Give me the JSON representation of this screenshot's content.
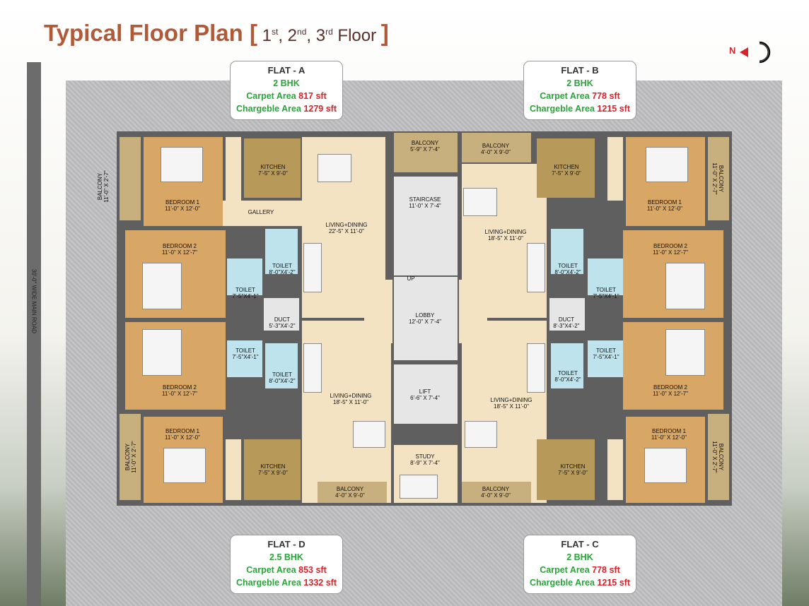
{
  "title": {
    "main": "Typical Floor Plan",
    "open": "[",
    "f1": "1",
    "s1": "st",
    "c1": ", ",
    "f2": "2",
    "s2": "nd",
    "c2": ", ",
    "f3": "3",
    "s3": "rd",
    "floor": " Floor",
    "close": "]"
  },
  "compass": {
    "letter": "N",
    "arrow_color": "#d8232a"
  },
  "road": {
    "label": "30'-0\" WIDE MAIN ROAD"
  },
  "colors": {
    "title": "#b05a3a",
    "green": "#2aa43a",
    "red": "#d6222a"
  },
  "flats": [
    {
      "name": "FLAT - A",
      "type": "2 BHK",
      "carpet_label": "Carpet Area",
      "carpet": "817 sft",
      "charge_label": "Chargeble Area",
      "charge": "1279 sft"
    },
    {
      "name": "FLAT - B",
      "type": "2 BHK",
      "carpet_label": "Carpet Area",
      "carpet": "778 sft",
      "charge_label": "Chargeble Area",
      "charge": "1215 sft"
    },
    {
      "name": "FLAT - D",
      "type": "2.5 BHK",
      "carpet_label": "Carpet Area",
      "carpet": "853 sft",
      "charge_label": "Chargeble Area",
      "charge": "1332 sft"
    },
    {
      "name": "FLAT - C",
      "type": "2 BHK",
      "carpet_label": "Carpet Area",
      "carpet": "778 sft",
      "charge_label": "Chargeble Area",
      "charge": "1215 sft"
    }
  ],
  "rooms": {
    "a_balcony": "BALCONY\n11'-0\" X 2'-7\"",
    "a_bed1": "BEDROOM 1\n11'-0\" X 12'-0\"",
    "a_kitchen": "KITCHEN\n7'-5\" X 9'-0\"",
    "a_gallery": "GALLERY",
    "a_living": "LIVING+DINING\n22'-5\" X 11'-0\"",
    "a_bed2": "BEDROOM 2\n11'-0\" X 12'-7\"",
    "a_toilet1": "TOILET\n8'-0\"X4'-2\"",
    "a_toilet2": "TOILET\n7'-5\"X4'-1\"",
    "duct_l": "DUCT\n5'-3\"X4'-2\"",
    "top_balcony": "BALCONY\n5'-9\" X 7'-4\"",
    "staircase": "STAIRCASE\n11'-0\" X 7'-4\"",
    "up": "UP",
    "lobby": "LOBBY\n12'-0\" X 7'-4\"",
    "lift": "LIFT\n6'-6\" X 7'-4\"",
    "study": "STUDY\n8'-9\" X 7'-4\"",
    "b_balcony": "BALCONY\n4'-0\" X 9'-0\"",
    "b_kitchen": "KITCHEN\n7'-5\" X 9'-0\"",
    "b_bed1": "BEDROOM 1\n11'-0\" X 12'-0\"",
    "b_balcony_side": "BALCONY\n11'-0\" X 2'-7\"",
    "b_living": "LIVING+DINING\n18'-5\" X 11'-0\"",
    "b_bed2": "BEDROOM 2\n11'-0\" X 12'-7\"",
    "b_toilet1": "TOILET\n8'-0\"X4'-2\"",
    "b_toilet2": "TOILET\n7'-5\"X4'-1\"",
    "duct_r": "DUCT\n8'-3\"X4'-2\"",
    "d_bed2": "BEDROOM 2\n11'-0\" X 12'-7\"",
    "d_toilet2": "TOILET\n7'-5\"X4'-1\"",
    "d_toilet1": "TOILET\n8'-0\"X4'-2\"",
    "d_living": "LIVING+DINING\n18'-5\" X 11'-0\"",
    "d_bed1": "BEDROOM 1\n11'-0\" X 12'-0\"",
    "d_balcony_side": "BALCONY\n11'-0\" X 2'-7\"",
    "d_kitchen": "KITCHEN\n7'-5\" X 9'-0\"",
    "d_balcony": "BALCONY\n4'-0\" X 9'-0\"",
    "c_toilet2": "TOILET\n7'-5\"X4'-1\"",
    "c_toilet1": "TOILET\n8'-0\"X4'-2\"",
    "c_bed2": "BEDROOM 2\n11'-0\" X 12'-7\"",
    "c_living": "LIVING+DINING\n18'-5\" X 11'-0\"",
    "c_bed1": "BEDROOM 1\n11'-0\" X 12'-0\"",
    "c_balcony_side": "BALCONY\n11'-0\" X 2'-7\"",
    "c_kitchen": "KITCHEN\n7'-5\" X 9'-0\"",
    "c_balcony": "BALCONY\n4'-0\" X 9'-0\""
  }
}
